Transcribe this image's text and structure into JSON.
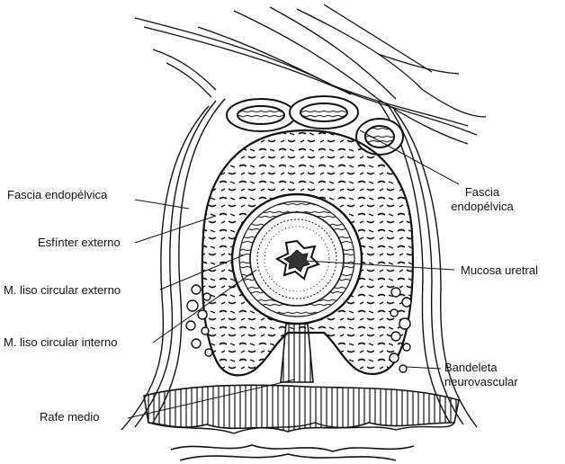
{
  "diagram": {
    "labels": {
      "fascia_left": "Fascia endopélvica",
      "fascia_right_line1": "Fascia",
      "fascia_right_line2": "endopélvica",
      "esfinter_externo": "Esfínter externo",
      "liso_externo": "M. liso circular externo",
      "liso_interno": "M. liso circular interno",
      "rafe_medio": "Rafe medio",
      "mucosa_uretral": "Mucosa uretral",
      "bandeleta_line1": "Bandeleta",
      "bandeleta_line2": "neurovascular"
    },
    "colors": {
      "ink": "#111111",
      "background": "#ffffff",
      "urethra_center": "#333333"
    }
  }
}
